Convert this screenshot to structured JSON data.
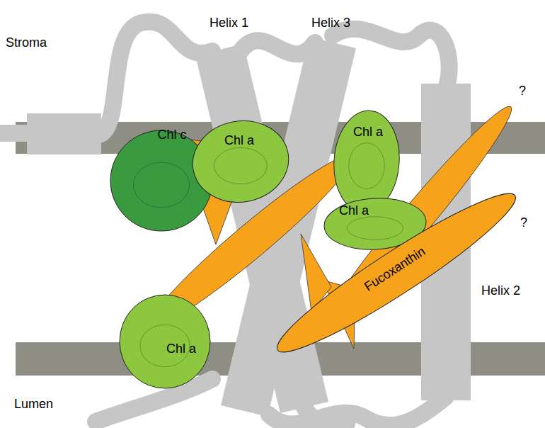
{
  "diagram": {
    "nodes": [
      {
        "text": [
          "Chl c"
        ]
      },
      {
        "text": [
          "Chl a"
        ]
      },
      {
        "text": [
          "Chl a"
        ]
      },
      {
        "text": [
          "Chl a"
        ]
      },
      {
        "text": [
          "Chl a"
        ]
      },
      {
        "text": [
          "Fucoxanthin"
        ]
      }
    ],
    "labels": [
      "Stroma",
      "Helix 1",
      "Helix 3",
      "?",
      "?",
      "Helix 2",
      "Lumen"
    ]
  }
}
